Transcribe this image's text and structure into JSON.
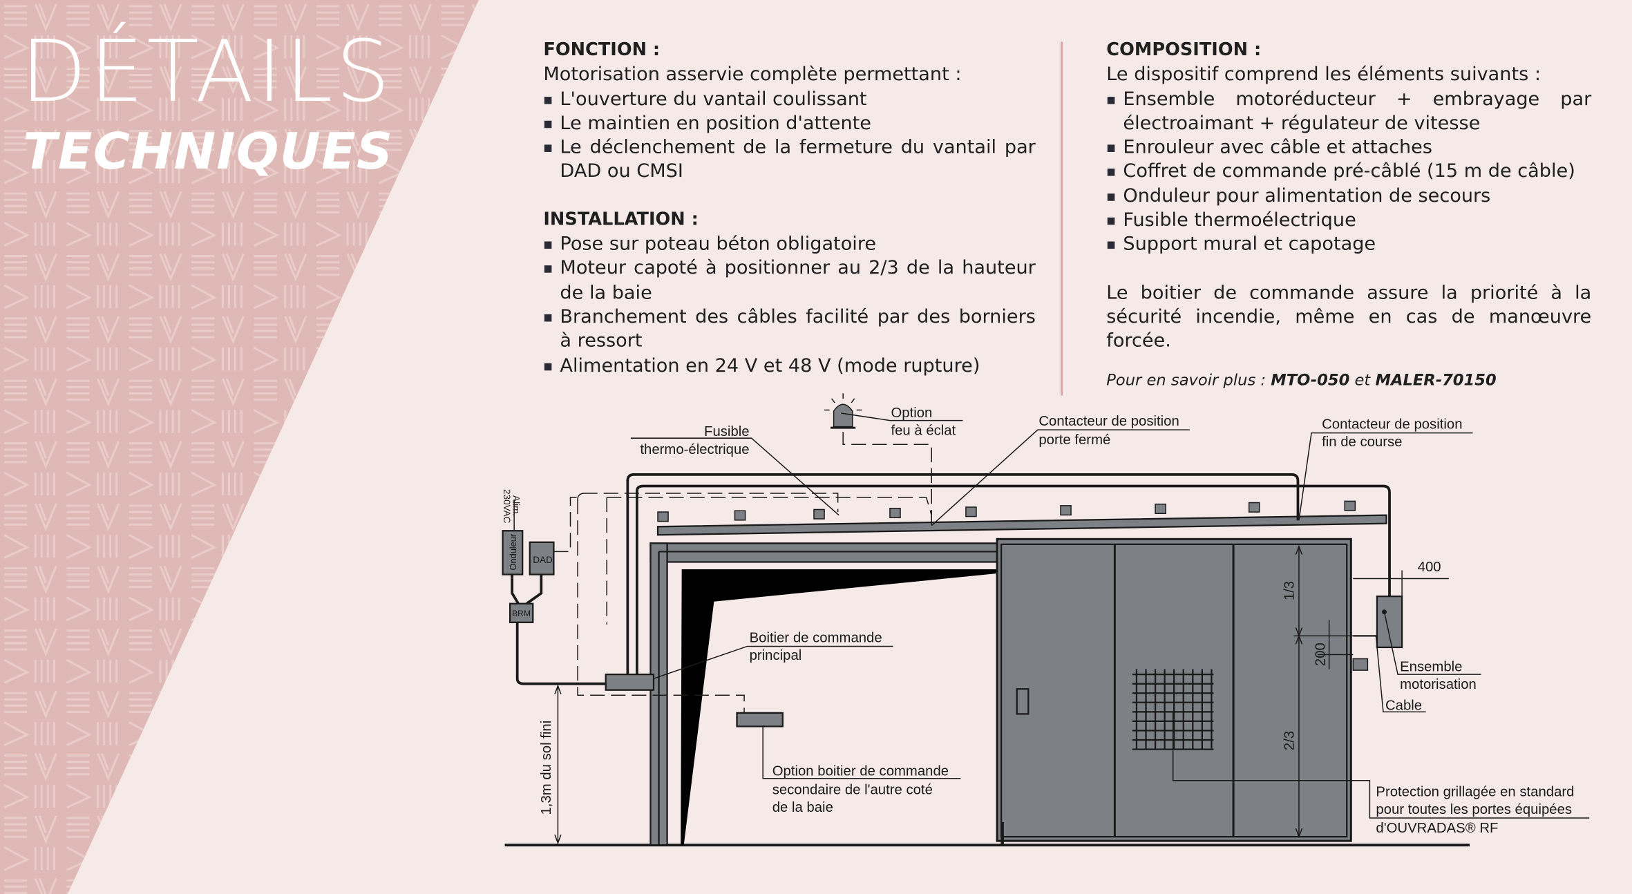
{
  "title": {
    "line1": "DÉTAILS",
    "line2": "TECHNIQUES"
  },
  "colors": {
    "background": "#f6eae9",
    "panel": "#dfb9b6",
    "door": "#7d8085",
    "divider": "#d9aaa5"
  },
  "fonction": {
    "heading": "FONCTION :",
    "intro": "Motorisation asservie complète permettant :",
    "items": [
      "L'ouverture du vantail coulissant",
      "Le maintien en position d'attente",
      "Le déclenchement de la fermeture du vantail par DAD ou CMSI"
    ]
  },
  "installation": {
    "heading": "INSTALLATION :",
    "items": [
      "Pose sur poteau béton obligatoire",
      "Moteur capoté à positionner au 2/3 de la hauteur de la baie",
      "Branchement des câbles facilité par des borniers à ressort",
      "Alimentation en 24 V et 48 V (mode rupture)"
    ]
  },
  "composition": {
    "heading": "COMPOSITION :",
    "intro": "Le dispositif comprend les éléments suivants :",
    "items": [
      "Ensemble motoréducteur + embrayage par électroaimant + régulateur de vitesse",
      "Enrouleur avec câble et attaches",
      "Coffret de commande pré-câblé (15 m de câble)",
      "Onduleur pour alimentation de secours",
      "Fusible thermoélectrique",
      "Support mural et capotage"
    ],
    "note": "Le boitier de commande assure la priorité à la sécurité incendie, même en cas de manœuvre forcée.",
    "more_prefix": "Pour en savoir plus :",
    "more_ref1": "MTO-050",
    "more_and": "et",
    "more_ref2": "MALER-70150"
  },
  "diagram": {
    "fusible_l1": "Fusible",
    "fusible_l2": "thermo-électrique",
    "option_l1": "Option",
    "option_l2": "feu à éclat",
    "contact_ferme_l1": "Contacteur de position",
    "contact_ferme_l2": "porte fermé",
    "contact_course_l1": "Contacteur de position",
    "contact_course_l2": "fin de course",
    "alim_l1": "Alim.",
    "alim_l2": "230VAC",
    "onduleur": "Onduleur",
    "dad": "DAD",
    "brm": "BRM",
    "boitier_l1": "Boitier de commande",
    "boitier_l2": "principal",
    "option_boitier_l1": "Option boitier de commande",
    "option_boitier_l2": "secondaire de l'autre coté",
    "option_boitier_l3": "de la baie",
    "height_label": "1,3m du sol fini",
    "dim_400": "400",
    "dim_200": "200",
    "dim_third": "1/3",
    "dim_two_thirds": "2/3",
    "ensemble_l1": "Ensemble",
    "ensemble_l2": "motorisation",
    "cable": "Cable",
    "protection_l1": "Protection grillagée en standard",
    "protection_l2": "pour toutes les portes équipées",
    "protection_l3": "d'OUVRADAS® RF"
  }
}
